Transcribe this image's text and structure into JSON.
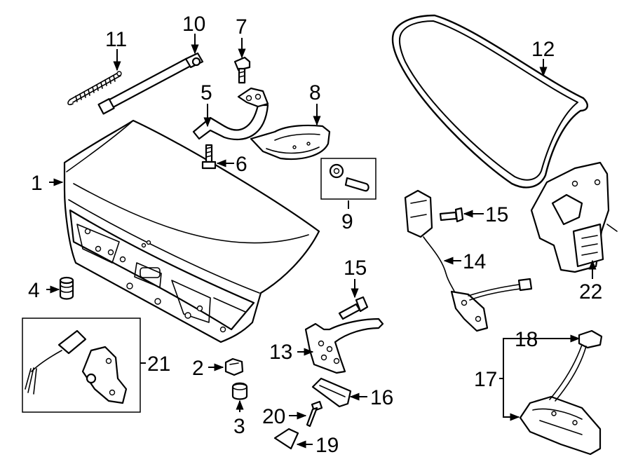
{
  "callouts": [
    {
      "id": "1",
      "label": "1"
    },
    {
      "id": "2",
      "label": "2"
    },
    {
      "id": "3",
      "label": "3"
    },
    {
      "id": "4",
      "label": "4"
    },
    {
      "id": "5",
      "label": "5"
    },
    {
      "id": "6",
      "label": "6"
    },
    {
      "id": "7",
      "label": "7"
    },
    {
      "id": "8",
      "label": "8"
    },
    {
      "id": "9",
      "label": "9"
    },
    {
      "id": "10",
      "label": "10"
    },
    {
      "id": "11",
      "label": "11"
    },
    {
      "id": "12",
      "label": "12"
    },
    {
      "id": "13",
      "label": "13"
    },
    {
      "id": "14",
      "label": "14"
    },
    {
      "id": "15a",
      "label": "15"
    },
    {
      "id": "15b",
      "label": "15"
    },
    {
      "id": "16",
      "label": "16"
    },
    {
      "id": "17",
      "label": "17"
    },
    {
      "id": "18",
      "label": "18"
    },
    {
      "id": "19",
      "label": "19"
    },
    {
      "id": "20",
      "label": "20"
    },
    {
      "id": "21",
      "label": "21"
    },
    {
      "id": "22",
      "label": "22"
    }
  ]
}
